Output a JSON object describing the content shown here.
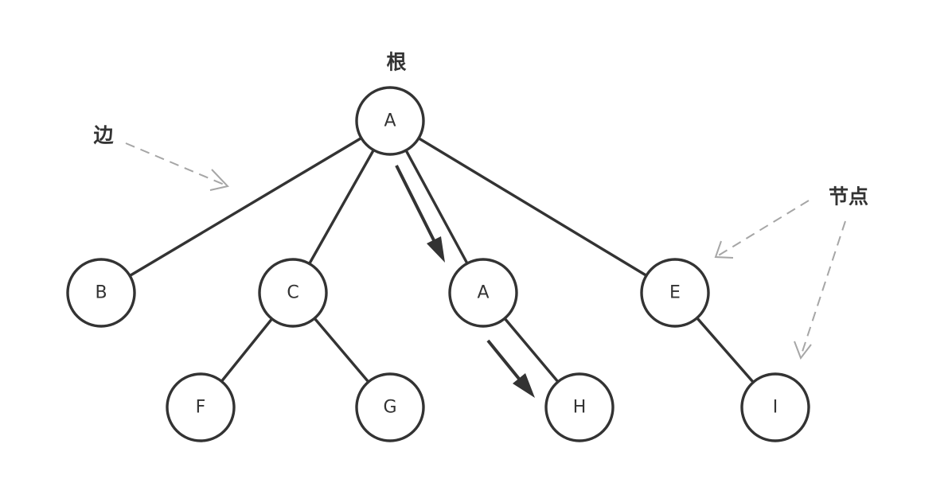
{
  "nodes": [
    {
      "id": "root",
      "label": "A"
    },
    {
      "id": "b",
      "label": "B"
    },
    {
      "id": "c",
      "label": "C"
    },
    {
      "id": "a2",
      "label": "A"
    },
    {
      "id": "e",
      "label": "E"
    },
    {
      "id": "f",
      "label": "F"
    },
    {
      "id": "g",
      "label": "G"
    },
    {
      "id": "h",
      "label": "H"
    },
    {
      "id": "i",
      "label": "I"
    }
  ],
  "edges": [
    {
      "from": "root",
      "to": "b"
    },
    {
      "from": "root",
      "to": "c"
    },
    {
      "from": "root",
      "to": "a2"
    },
    {
      "from": "root",
      "to": "e"
    },
    {
      "from": "c",
      "to": "f"
    },
    {
      "from": "c",
      "to": "g"
    },
    {
      "from": "a2",
      "to": "h"
    },
    {
      "from": "e",
      "to": "i"
    }
  ],
  "callouts": {
    "root_label": "根",
    "edge_label": "边",
    "node_label": "节点"
  },
  "colors": {
    "stroke": "#333333",
    "dashed": "#a6a6a6",
    "background": "#ffffff"
  }
}
